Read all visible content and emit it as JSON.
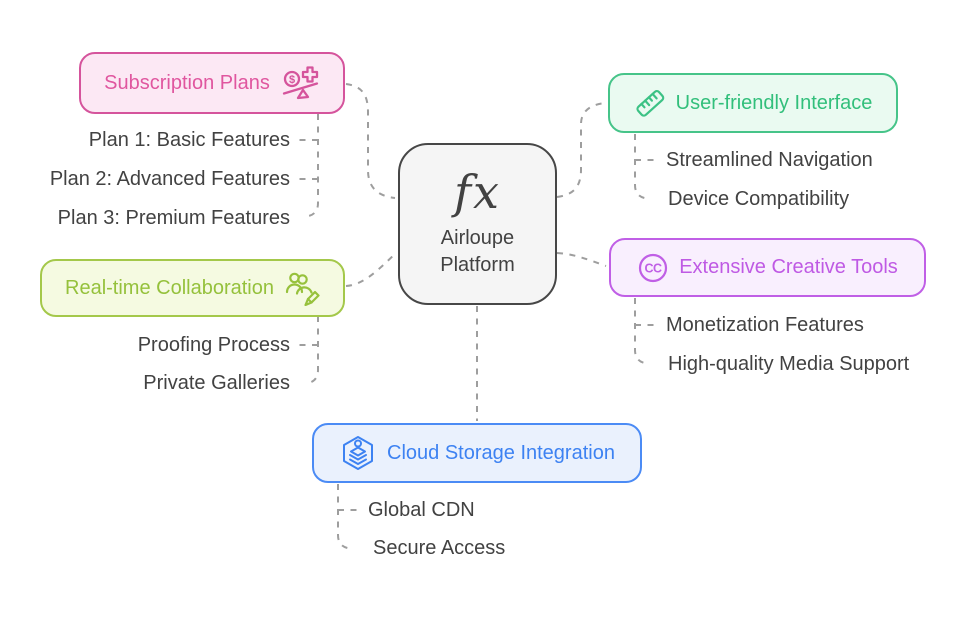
{
  "center": {
    "symbol": "fx",
    "name_line1": "Airloupe",
    "name_line2": "Platform"
  },
  "branches": [
    {
      "label": "Subscription Plans",
      "icon": "money-scale-icon",
      "color": "#D5549C",
      "children": [
        "Plan 1: Basic Features",
        "Plan 2: Advanced Features",
        "Plan 3: Premium Features"
      ]
    },
    {
      "label": "Real-time Collaboration",
      "icon": "collaboration-users-pencil-icon",
      "color": "#A4C84A",
      "children": [
        "Proofing Process",
        "Private Galleries"
      ]
    },
    {
      "label": "User-friendly Interface",
      "icon": "ruler-icon",
      "color": "#46C489",
      "children": [
        "Streamlined Navigation",
        "Device Compatibility"
      ]
    },
    {
      "label": "Extensive Creative Tools",
      "icon": "creative-commons-icon",
      "color": "#C05FE6",
      "children": [
        "Monetization Features",
        "High-quality Media Support"
      ]
    },
    {
      "label": "Cloud Storage Integration",
      "icon": "hexagon-stack-icon",
      "color": "#4B8BF5",
      "children": [
        "Global CDN",
        "Secure Access"
      ]
    }
  ],
  "icon_glyphs": {
    "cc_text": "CC",
    "coin_symbol": "$"
  },
  "colors": {
    "connector": "#9E9E9E",
    "child_text": "#424242",
    "center_border": "#474747",
    "center_bg": "#F5F5F5",
    "pink": "#D5549C",
    "lime": "#A4C84A",
    "green": "#46C489",
    "purple": "#C05FE6",
    "blue": "#4B8BF5"
  }
}
